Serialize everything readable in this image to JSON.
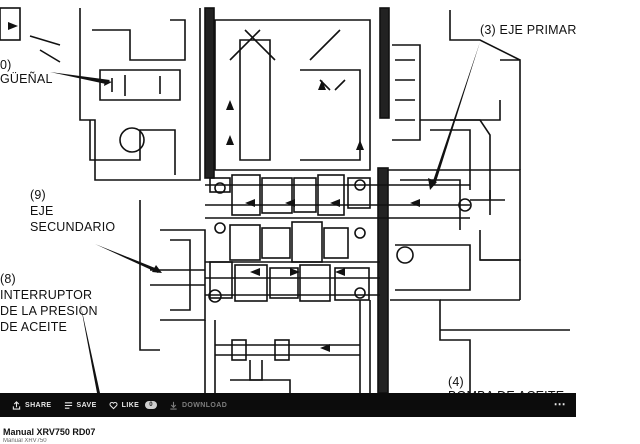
{
  "diagram": {
    "labels": {
      "crankshaft": "GÜEÑAL",
      "crankshaft_num": "0)",
      "primary_shaft": "(3) EJE PRIMAR",
      "secondary_num": "(9)",
      "secondary_line1": "EJE",
      "secondary_line2": "SECUNDARIO",
      "switch_num": "(8)",
      "switch_line1": "INTERRUPTOR",
      "switch_line2": "DE LA PRESION",
      "switch_line3": "DE ACEITE",
      "pump_num": "(4)",
      "pump_label": "BOMBA DE ACEITE"
    }
  },
  "toolbar": {
    "share": "SHARE",
    "save": "SAVE",
    "like": "LIKE",
    "like_count": "0",
    "download": "DOWNLOAD"
  },
  "document": {
    "title": "Manual XRV750 RD07",
    "subtitle": "Manual XRV750"
  }
}
